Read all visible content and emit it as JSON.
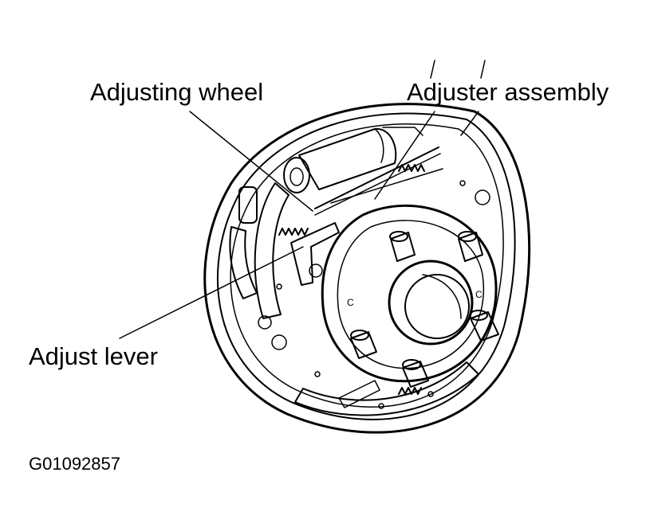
{
  "labels": {
    "adjusting_wheel": "Adjusting wheel",
    "adjuster_assembly": "Adjuster assembly",
    "adjust_lever": "Adjust lever",
    "figure_code": "G01092857"
  },
  "colors": {
    "line": "#000000",
    "background": "#ffffff"
  }
}
